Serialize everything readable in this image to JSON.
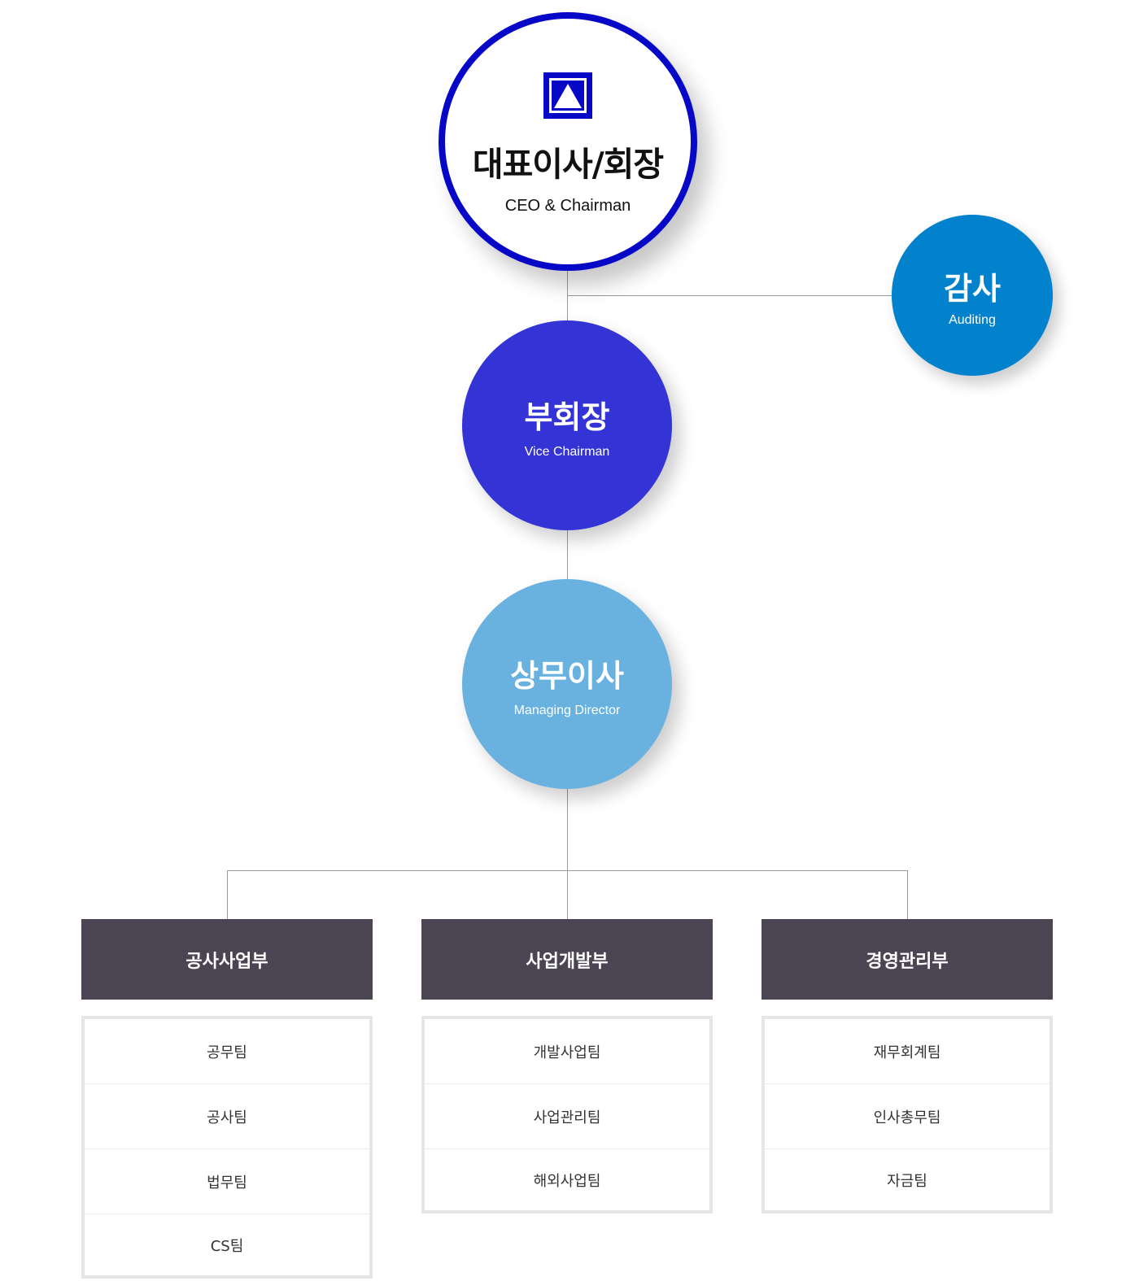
{
  "ceo": {
    "title_kr": "대표이사/회장",
    "title_en": "CEO & Chairman",
    "logo_icon": "company-logo-triangle"
  },
  "audit": {
    "title_kr": "감사",
    "title_en": "Auditing"
  },
  "vice": {
    "title_kr": "부회장",
    "title_en": "Vice Chairman"
  },
  "md": {
    "title_kr": "상무이사",
    "title_en": "Managing Director"
  },
  "departments": [
    {
      "name": "공사사업부",
      "teams": [
        "공무팀",
        "공사팀",
        "법무팀",
        "CS팀"
      ]
    },
    {
      "name": "사업개발부",
      "teams": [
        "개발사업팀",
        "사업관리팀",
        "해외사업팀"
      ]
    },
    {
      "name": "경영관리부",
      "teams": [
        "재무회계팀",
        "인사총무팀",
        "자금팀"
      ]
    }
  ],
  "colors": {
    "ceo_border": "#0707c8",
    "audit": "#0281cc",
    "vice": "#3333d6",
    "md": "#69b2df",
    "dept_head": "#4b4553"
  }
}
